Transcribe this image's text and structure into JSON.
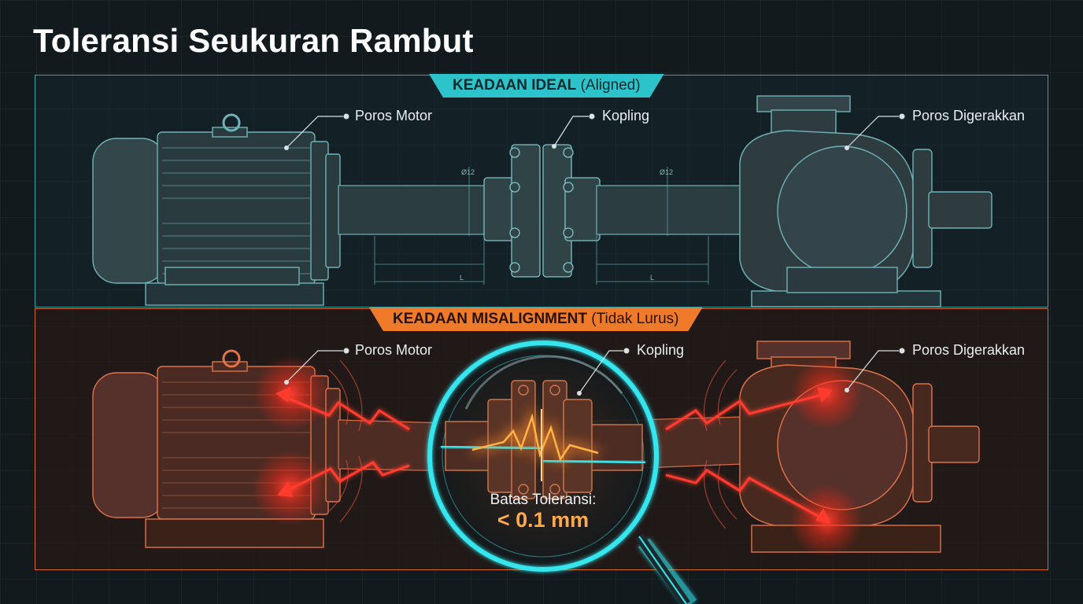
{
  "title": "Toleransi Seukuran Rambut",
  "ideal": {
    "tag_main": "KEADAAN IDEAL",
    "tag_sub": "(Aligned)",
    "labels": {
      "motor_shaft": "Poros Motor",
      "coupling": "Kopling",
      "driven_shaft": "Poros Digerakkan"
    },
    "dims": {
      "dia_left": "Ø12",
      "dia_right": "Ø12",
      "length_left": "L",
      "length_right": "L"
    }
  },
  "misalignment": {
    "tag_main": "KEADAAN MISALIGNMENT",
    "tag_sub": "(Tidak Lurus)",
    "labels": {
      "motor_shaft": "Poros Motor",
      "coupling": "Kopling",
      "driven_shaft": "Poros Digerakkan"
    },
    "tolerance_caption": "Batas Toleransi:",
    "tolerance_value": "< 0.1 mm"
  },
  "colors": {
    "ideal_accent": "#2dc3cb",
    "misalignment_accent": "#ee7a2a",
    "stress_red": "#ff3b2e",
    "tolerance_value": "#ffa94a",
    "center_line": "#35e6ee"
  }
}
